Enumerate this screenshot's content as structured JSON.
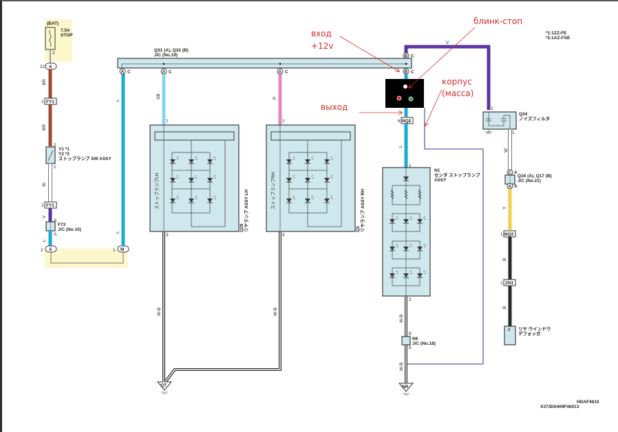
{
  "diagram": {
    "colors": {
      "wire_br": "#a0482c",
      "wire_l": "#1aaad6",
      "wire_sb": "#8ad4ec",
      "wire_p": "#e487bf",
      "wire_v": "#5a35a0",
      "wire_y": "#f3cf45",
      "wire_b": "#2a2a2a",
      "wire_w": "#ffffff",
      "component_fill": "#cfe8ee",
      "highlight_fill": "#fdf7cc",
      "annotation": "#d42a2a",
      "overlay_wire": "#303090"
    },
    "legend": {
      "line1": "*1:1ZZ-FE",
      "line2": "*2:1AZ-FSE"
    },
    "fuse": {
      "source": "(BAT)",
      "rating": "7.5A",
      "name": "STOP",
      "pin": "2"
    },
    "connectors": {
      "c22a": {
        "pin": "22",
        "label": "A"
      },
      "fy1_top": {
        "pin": "1",
        "label": "FY1"
      },
      "fy1_bot": {
        "pin": "2",
        "label": "FY1"
      },
      "c2a": {
        "pin": "2",
        "label": "A"
      },
      "c1m": {
        "pin": "1",
        "label": "M"
      },
      "nq2_top": {
        "pin": "6",
        "label": "NQ2"
      },
      "nq2_right": {
        "pin": "1",
        "label": "NQ2"
      },
      "zn1": {
        "pin": "1",
        "label": "ZN1"
      },
      "ac1": {
        "label": "A",
        "suffix": "C"
      },
      "ac2": {
        "label": "A",
        "suffix": "C"
      },
      "ac3": {
        "label": "A",
        "suffix": "C"
      },
      "bc1": {
        "label": "B",
        "suffix": "C"
      },
      "bc2": {
        "label": "B",
        "suffix": "C"
      },
      "q16_top": {
        "label": "C",
        "suffix": "A"
      },
      "q16_bot": {
        "label": "A",
        "suffix": "A"
      }
    },
    "switch": {
      "pin_top": "2",
      "pin_bot": "1",
      "line1": "Y1 *1",
      "line2": "Y2 *2",
      "line3": "ストップランプ SW ASSY"
    },
    "jc_f73": {
      "id": "F73",
      "name": "J/C (No.10)",
      "pin_top": "A",
      "pin_bot": "A"
    },
    "jc_q31": {
      "line1": "Q31 (A), Q32 (B)",
      "line2": "J/C (No.19)"
    },
    "jc_q16": {
      "line1": "Q16 (A), Q17 (B)",
      "line2": "J/C (No.21)"
    },
    "jc_n6": {
      "line1": "N6",
      "line2": "J/C (No.18)",
      "pin": "E"
    },
    "lamp_lh": {
      "inner_label": "ストップランプLH",
      "id": "Q28",
      "name": "リヤランプ ASSY LH",
      "pin_in": "7",
      "pin_out": "3"
    },
    "lamp_rh": {
      "inner_label": "ストップランプRH",
      "id": "Q3",
      "name": "リヤランプ ASSY RH",
      "pin_in": "7",
      "pin_out": "3"
    },
    "center_lamp": {
      "id": "N1",
      "name1": "センタ ストップランプ",
      "name2": "ASSY",
      "pin_in": "1",
      "pin_out": "2"
    },
    "noise_filter": {
      "id": "Q34",
      "name": "ノイズフィルタ",
      "pin_in": "2",
      "pin_out": "1"
    },
    "defogger": {
      "line1": "リヤ ウインドウ",
      "line2": "デフォッガ",
      "pin": "8"
    },
    "grounds": {
      "qt": "QT",
      "nr": "NR"
    },
    "wire_labels": {
      "br": "BR",
      "w": "W",
      "v": "V",
      "l": "L",
      "sb": "SB",
      "p": "P",
      "y": "Y",
      "b": "B",
      "wb": "W-B"
    },
    "annotations": {
      "input": "вход",
      "input_voltage": "+12v",
      "blink": "блинк-стоп",
      "output": "выход",
      "ground1": "корпус",
      "ground2": "(масса)"
    },
    "footer": {
      "code1": "HDAF4610",
      "code2": "X373D0409F46013"
    }
  }
}
